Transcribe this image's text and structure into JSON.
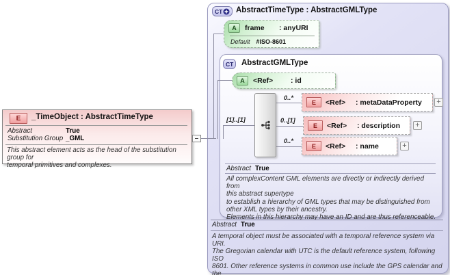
{
  "diagram": {
    "element_box": {
      "icon": "E",
      "title": "_TimeObject : AbstractTimeType",
      "properties": [
        {
          "label": "Abstract",
          "value": "True"
        },
        {
          "label": "Substitution Group",
          "value": "_GML"
        }
      ],
      "documentation": "This abstract element acts as the head of the substitution group for\ntemporal primitives and complexes."
    },
    "complex_type_box": {
      "icon": "CT",
      "title": "AbstractTimeType : AbstractGMLType",
      "attribute": {
        "icon": "A",
        "name": "frame",
        "type": ": anyURI",
        "default_label": "Default",
        "default_value": "#ISO-8601"
      },
      "properties": [
        {
          "label": "Abstract",
          "value": "True"
        }
      ],
      "documentation": "A temporal object must be associated with a temporal reference system via URI.\nThe Gregorian calendar with UTC is the default reference system, following ISO\n8601. Other reference systems in common use include the GPS calendar and\nthe\nJulian calendar.",
      "base_type_box": {
        "icon": "CT",
        "title": "AbstractGMLType",
        "attribute": {
          "icon": "A",
          "name": "<Ref>",
          "type": ": id"
        },
        "sequence_cardinality": "[1]..[1]",
        "elements": [
          {
            "icon": "E",
            "cardinality": "0..*",
            "name": "<Ref>",
            "type": ": metaDataProperty",
            "expand": "+"
          },
          {
            "icon": "E",
            "cardinality": "0..[1]",
            "name": "<Ref>",
            "type": ": description",
            "expand": "+"
          },
          {
            "icon": "E",
            "cardinality": "0..*",
            "name": "<Ref>",
            "type": ": name",
            "expand": "+"
          }
        ],
        "properties": [
          {
            "label": "Abstract",
            "value": "True"
          }
        ],
        "documentation": "All complexContent GML elements are directly or indirectly derived from\nthis abstract supertype\nto establish a hierarchy of GML types that may be distinguished from\nother XML types by their ancestry.\nElements in this hierarchy may have an ID and are thus referenceable."
      }
    },
    "colors": {
      "element_pink": "#f6bcbc",
      "attribute_green": "#a8dca8",
      "complex_lavender": "#d4d4ee",
      "line_gray": "#8c8ca0"
    }
  }
}
